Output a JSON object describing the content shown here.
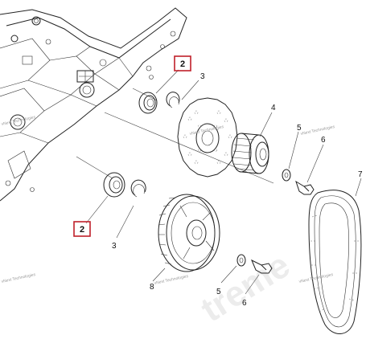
{
  "callouts": {
    "c2_top": "2",
    "c2_bottom": "2",
    "c3_top": "3",
    "c3_bottom": "3",
    "c4": "4",
    "c5_top": "5",
    "c5_bottom": "5",
    "c6_top": "6",
    "c6_bottom": "6",
    "c7": "7",
    "c8": "8"
  },
  "colors": {
    "highlight_box": "#c0202a",
    "line": "#222222"
  },
  "watermarks": {
    "vendor": "vNext Technologies",
    "big": "treme"
  }
}
